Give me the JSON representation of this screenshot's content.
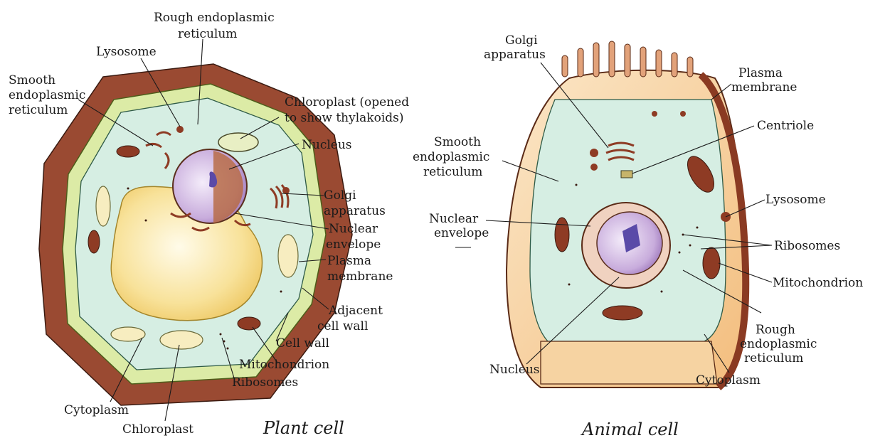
{
  "plant_cell": {
    "caption": "Plant cell",
    "labels": {
      "rough_er": [
        "Rough endoplasmic",
        "reticulum"
      ],
      "lysosome": "Lysosome",
      "smooth_er": [
        "Smooth",
        "endoplasmic",
        "reticulum"
      ],
      "chloroplast_opened": [
        "Chloroplast (opened",
        "to show thylakoids)"
      ],
      "nucleus": "Nucleus",
      "golgi": [
        "Golgi",
        "apparatus"
      ],
      "nuclear_envelope": [
        "Nuclear",
        "envelope"
      ],
      "plasma_membrane": [
        "Plasma",
        "membrane"
      ],
      "adjacent_cell_wall": [
        "Adjacent",
        "cell wall"
      ],
      "cell_wall": "Cell wall",
      "mitochondrion": "Mitochondrion",
      "ribosomes": "Ribosomes",
      "cytoplasm": "Cytoplasm",
      "chloroplast": "Chloroplast"
    }
  },
  "animal_cell": {
    "caption": "Animal cell",
    "labels": {
      "golgi": [
        "Golgi",
        "apparatus"
      ],
      "plasma_membrane": [
        "Plasma",
        "membrane"
      ],
      "centriole": "Centriole",
      "smooth_er": [
        "Smooth",
        "endoplasmic",
        "reticulum"
      ],
      "lysosome": "Lysosome",
      "nuclear_envelope": [
        "Nuclear",
        "envelope"
      ],
      "ribosomes": "Ribosomes",
      "mitochondrion": "Mitochondrion",
      "rough_er": [
        "Rough",
        "endoplasmic",
        "reticulum"
      ],
      "nucleus": "Nucleus",
      "cytoplasm": "Cytoplasm"
    }
  },
  "colors": {
    "cytoplasm": "#d6eee3",
    "cell_wall_outer": "#9a4a32",
    "cell_wall_inner": "#d9e9a0",
    "vacuole": "#f7dd84",
    "nucleus": "#d7c3e8",
    "organelle": "#8e3b24",
    "animal_outer": "#f2c892",
    "animal_membrane": "#8a3a22"
  }
}
